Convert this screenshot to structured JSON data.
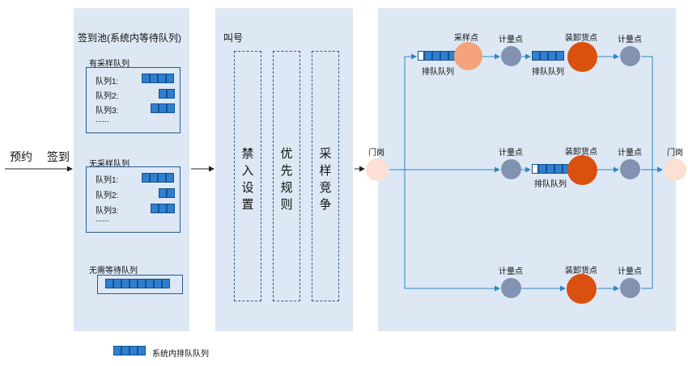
{
  "left": {
    "appointment": "预约",
    "checkin": "签到"
  },
  "pool": {
    "title": "签到池(系统内等待队列)",
    "sampled": {
      "title": "有采样队列",
      "rows": [
        "队列1:",
        "队列2:",
        "队列3:",
        "......"
      ]
    },
    "unsampled": {
      "title": "无采样队列",
      "rows": [
        "队列1:",
        "队列2:",
        "队列3:",
        "......"
      ]
    },
    "no_wait": {
      "title": "无需等待队列"
    }
  },
  "call": {
    "title": "叫号",
    "cols": [
      "禁入设置",
      "优先规则",
      "采样竞争"
    ]
  },
  "yard": {
    "gate_left": "门岗",
    "gate_right": "门岗",
    "sampling_point": "采样点",
    "weigh_labels": [
      "计量点",
      "计量点",
      "计量点",
      "计量点",
      "计量点",
      "计量点"
    ],
    "unload_labels": [
      "装卸货点",
      "装卸货点",
      "装卸货点"
    ],
    "queue_labels": [
      "排队队列",
      "排队队列",
      "排队队列"
    ]
  },
  "legend": {
    "label": "系统内排队队列"
  },
  "colors": {
    "panel": "#dde8f4",
    "queue": "#2f7fd1",
    "sampling": "#f4a37b",
    "unload": "#d9500f",
    "weigh": "#8193b0",
    "gate": "#fbe0d3",
    "arrow": "#2d86c8"
  }
}
